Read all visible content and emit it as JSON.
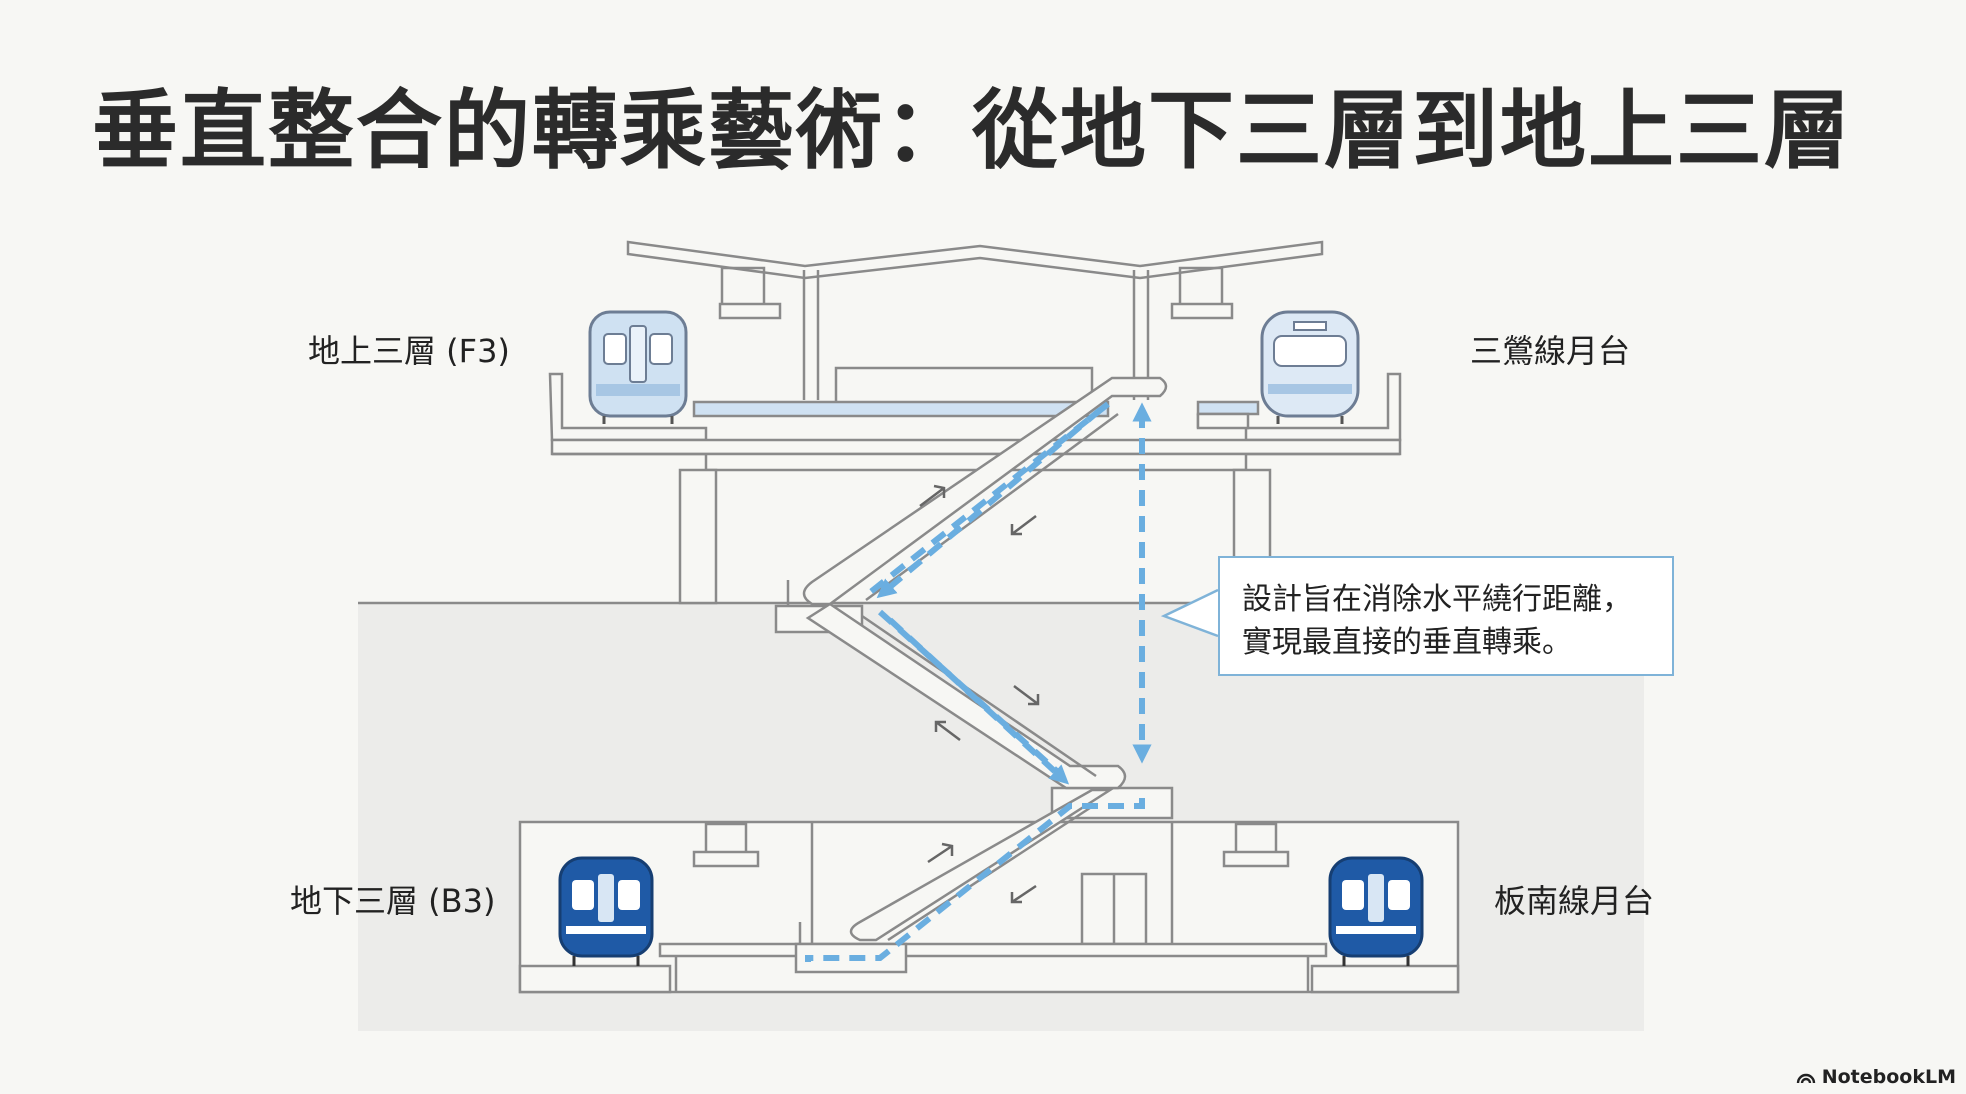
{
  "title": "垂直整合的轉乘藝術：從地下三層到地上三層",
  "labels": {
    "upper_level": "地上三層 (F3)",
    "upper_platform": "三鶯線月台",
    "lower_level": "地下三層 (B3)",
    "lower_platform": "板南線月台"
  },
  "callout": {
    "line1": "設計旨在消除水平繞行距離，",
    "line2": "實現最直接的垂直轉乘。"
  },
  "brand": "NotebookLM",
  "colors": {
    "outline": "#8a8a8a",
    "accent": "#6aaee0",
    "light_train": "#cfe1f2",
    "dark_train": "#1f5aa6",
    "ground": "#ececea"
  }
}
